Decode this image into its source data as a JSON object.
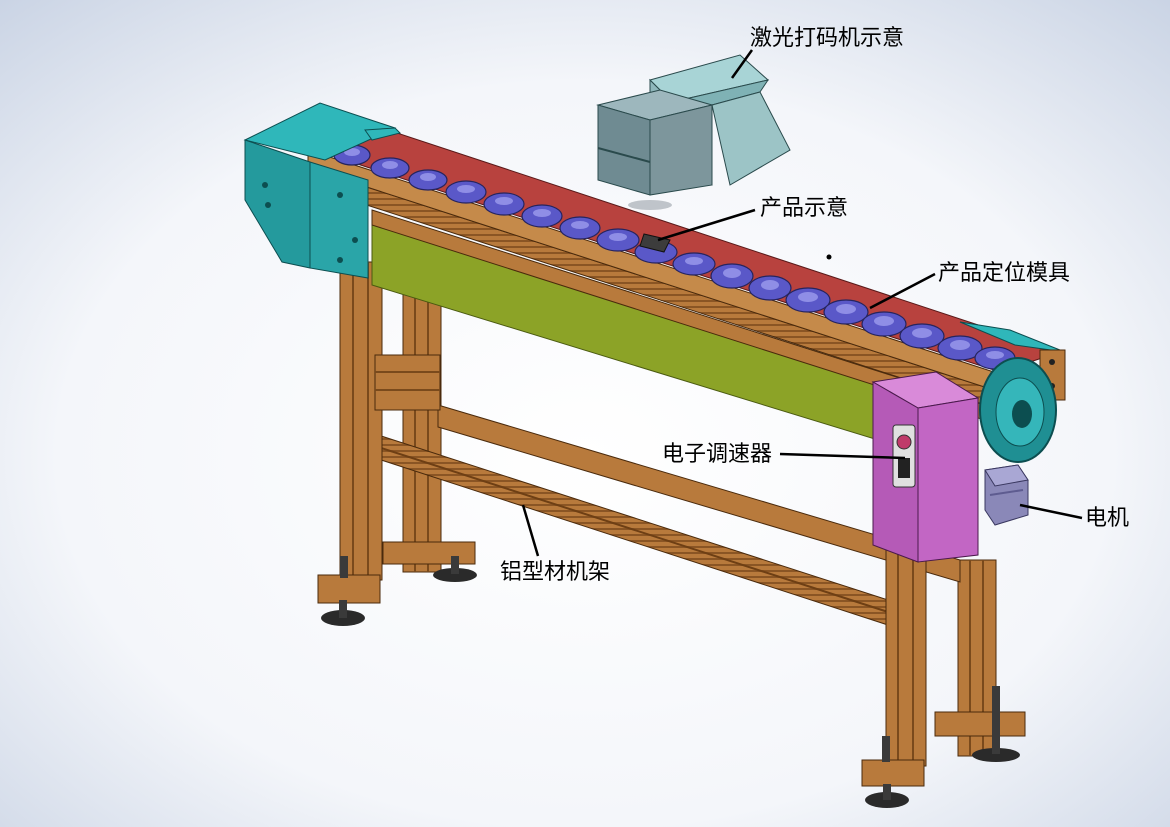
{
  "labels": {
    "laser_marker": "激光打码机示意",
    "product": "产品示意",
    "fixture": "产品定位模具",
    "speed_controller": "电子调速器",
    "motor": "电机",
    "frame": "铝型材机架"
  },
  "colors": {
    "frame_orange": "#b87a3c",
    "frame_shadow": "#7a4a1c",
    "cyan_guard": "#2aa5a8",
    "green_panel": "#8ca327",
    "fixture_blue": "#5a58c8",
    "conveyor_red": "#b8423e",
    "control_box_magenta": "#c266c4",
    "laser_body": "#7d969c",
    "motor_lavender": "#8a88b8"
  }
}
